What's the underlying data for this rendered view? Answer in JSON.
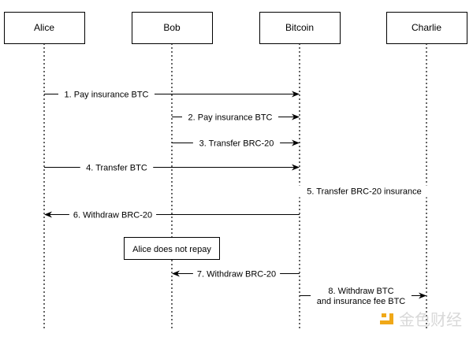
{
  "actors": [
    {
      "id": "alice",
      "label": "Alice"
    },
    {
      "id": "bob",
      "label": "Bob"
    },
    {
      "id": "bitcoin",
      "label": "Bitcoin"
    },
    {
      "id": "charlie",
      "label": "Charlie"
    }
  ],
  "messages": [
    {
      "from": "alice",
      "to": "bitcoin",
      "label": "1. Pay insurance BTC"
    },
    {
      "from": "bob",
      "to": "bitcoin",
      "label": "2. Pay insurance BTC"
    },
    {
      "from": "bob",
      "to": "bitcoin",
      "label": "3. Transfer BRC-20"
    },
    {
      "from": "alice",
      "to": "bitcoin",
      "label": "4. Transfer BTC"
    },
    {
      "from": "charlie",
      "to": "bitcoin",
      "label": "5. Transfer BRC-20 insurance"
    },
    {
      "from": "bitcoin",
      "to": "alice",
      "label": "6. Withdraw BRC-20"
    },
    {
      "from": "bitcoin",
      "to": "bob",
      "label": "7. Withdraw BRC-20"
    },
    {
      "from": "bitcoin",
      "to": "charlie",
      "label": [
        "8. Withdraw BTC",
        "and insurance fee BTC"
      ]
    }
  ],
  "note": {
    "label": "Alice does not repay"
  },
  "watermark": {
    "text": "金色财经",
    "logo_color": "#F0A818"
  }
}
